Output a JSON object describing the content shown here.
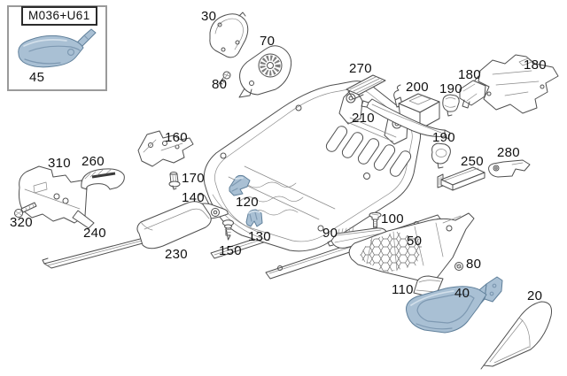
{
  "inset": {
    "variant_code": "M036+U61",
    "part": {
      "number": "45",
      "highlighted": true
    }
  },
  "colors": {
    "background": "#ffffff",
    "line": "#4f4f4f",
    "label_text": "#111111",
    "inset_border": "#9a9a9a",
    "highlight_fill": "#a9c0d4",
    "highlight_shade": "#7e99b2",
    "highlight_light": "#d2dfea",
    "highlight_stroke": "#5f7f9a"
  },
  "parts": [
    {
      "number": "30",
      "highlighted": false
    },
    {
      "number": "70",
      "highlighted": false
    },
    {
      "number": "80",
      "highlighted": false
    },
    {
      "number": "270",
      "highlighted": false
    },
    {
      "number": "200",
      "highlighted": false
    },
    {
      "number": "190",
      "highlighted": false
    },
    {
      "number": "180",
      "highlighted": false
    },
    {
      "number": "180",
      "highlighted": false
    },
    {
      "number": "210",
      "highlighted": false
    },
    {
      "number": "190",
      "highlighted": false
    },
    {
      "number": "250",
      "highlighted": false
    },
    {
      "number": "280",
      "highlighted": false
    },
    {
      "number": "160",
      "highlighted": false
    },
    {
      "number": "170",
      "highlighted": false
    },
    {
      "number": "140",
      "highlighted": false
    },
    {
      "number": "310",
      "highlighted": false
    },
    {
      "number": "260",
      "highlighted": false
    },
    {
      "number": "320",
      "highlighted": false
    },
    {
      "number": "240",
      "highlighted": false
    },
    {
      "number": "230",
      "highlighted": false
    },
    {
      "number": "150",
      "highlighted": false
    },
    {
      "number": "120",
      "highlighted": true
    },
    {
      "number": "130",
      "highlighted": true
    },
    {
      "number": "100",
      "highlighted": false
    },
    {
      "number": "90",
      "highlighted": false
    },
    {
      "number": "50",
      "highlighted": false
    },
    {
      "number": "80",
      "highlighted": false
    },
    {
      "number": "110",
      "highlighted": false
    },
    {
      "number": "40",
      "highlighted": true
    },
    {
      "number": "20",
      "highlighted": false
    }
  ]
}
